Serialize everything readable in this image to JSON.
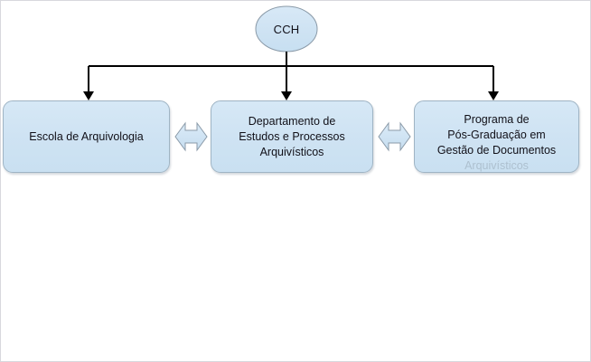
{
  "diagram": {
    "type": "organizational-hierarchy",
    "orientation": "top-down",
    "background_color": "#ffffff",
    "node_fill_color": "#cfe3f3",
    "node_border_color": "#9fb4c4",
    "connector_color": "#000000",
    "text_color": "#111018",
    "root": {
      "id": "cch",
      "shape": "ellipse",
      "label": "CCH"
    },
    "children": [
      {
        "id": "escola",
        "shape": "rounded-rectangle",
        "label": "Escola de Arquivologia"
      },
      {
        "id": "departamento",
        "shape": "rounded-rectangle",
        "label": "Departamento de\nEstudos e Processos\nArquivísticos"
      },
      {
        "id": "programa",
        "shape": "rounded-rectangle",
        "label": "Programa de\nPós-Graduação em\nGestão de Documentos",
        "clipped_line": "Arquivísticos"
      }
    ],
    "connectors": [
      {
        "id": "cch-to-children",
        "from": "cch",
        "to": [
          "escola",
          "departamento",
          "programa"
        ],
        "style": "orthogonal-bus",
        "arrowhead": "single",
        "direction": "down"
      },
      {
        "id": "escola-departamento",
        "from": "escola",
        "to": "departamento",
        "style": "block-arrow",
        "arrowhead": "double",
        "direction": "horizontal"
      },
      {
        "id": "departamento-programa",
        "from": "departamento",
        "to": "programa",
        "style": "block-arrow",
        "arrowhead": "double",
        "direction": "horizontal"
      }
    ]
  }
}
